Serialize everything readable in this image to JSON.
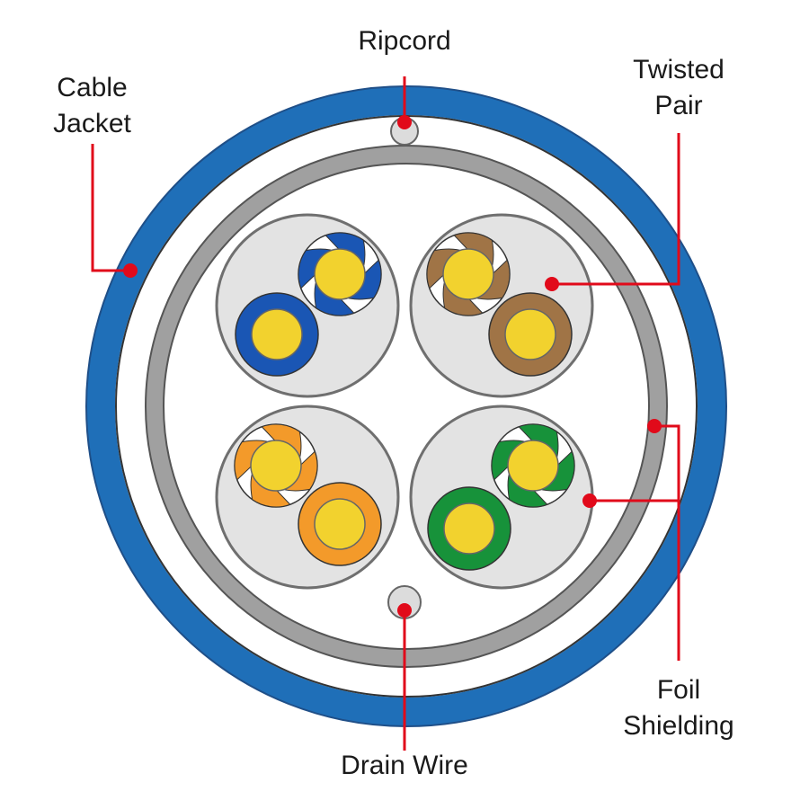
{
  "labels": {
    "ripcord": "Ripcord",
    "cable_jacket": [
      "Cable",
      "Jacket"
    ],
    "twisted_pair": [
      "Twisted",
      "Pair"
    ],
    "foil_shielding": [
      "Foil",
      "Shielding"
    ],
    "drain_wire": "Drain Wire"
  },
  "colors": {
    "jacket": "#1f6fb8",
    "foil": "#a0a0a0",
    "pair_fill": "#e3e3e3",
    "conductor": "#f2d22e",
    "leader": "#e10a1a",
    "pairs": [
      "#1a56b4",
      "#a07446",
      "#f39a2a",
      "#17923a"
    ]
  },
  "pairs": [
    {
      "name": "blue-pair",
      "color": "#1a56b4"
    },
    {
      "name": "brown-pair",
      "color": "#a07446"
    },
    {
      "name": "orange-pair",
      "color": "#f39a2a"
    },
    {
      "name": "green-pair",
      "color": "#17923a"
    }
  ]
}
